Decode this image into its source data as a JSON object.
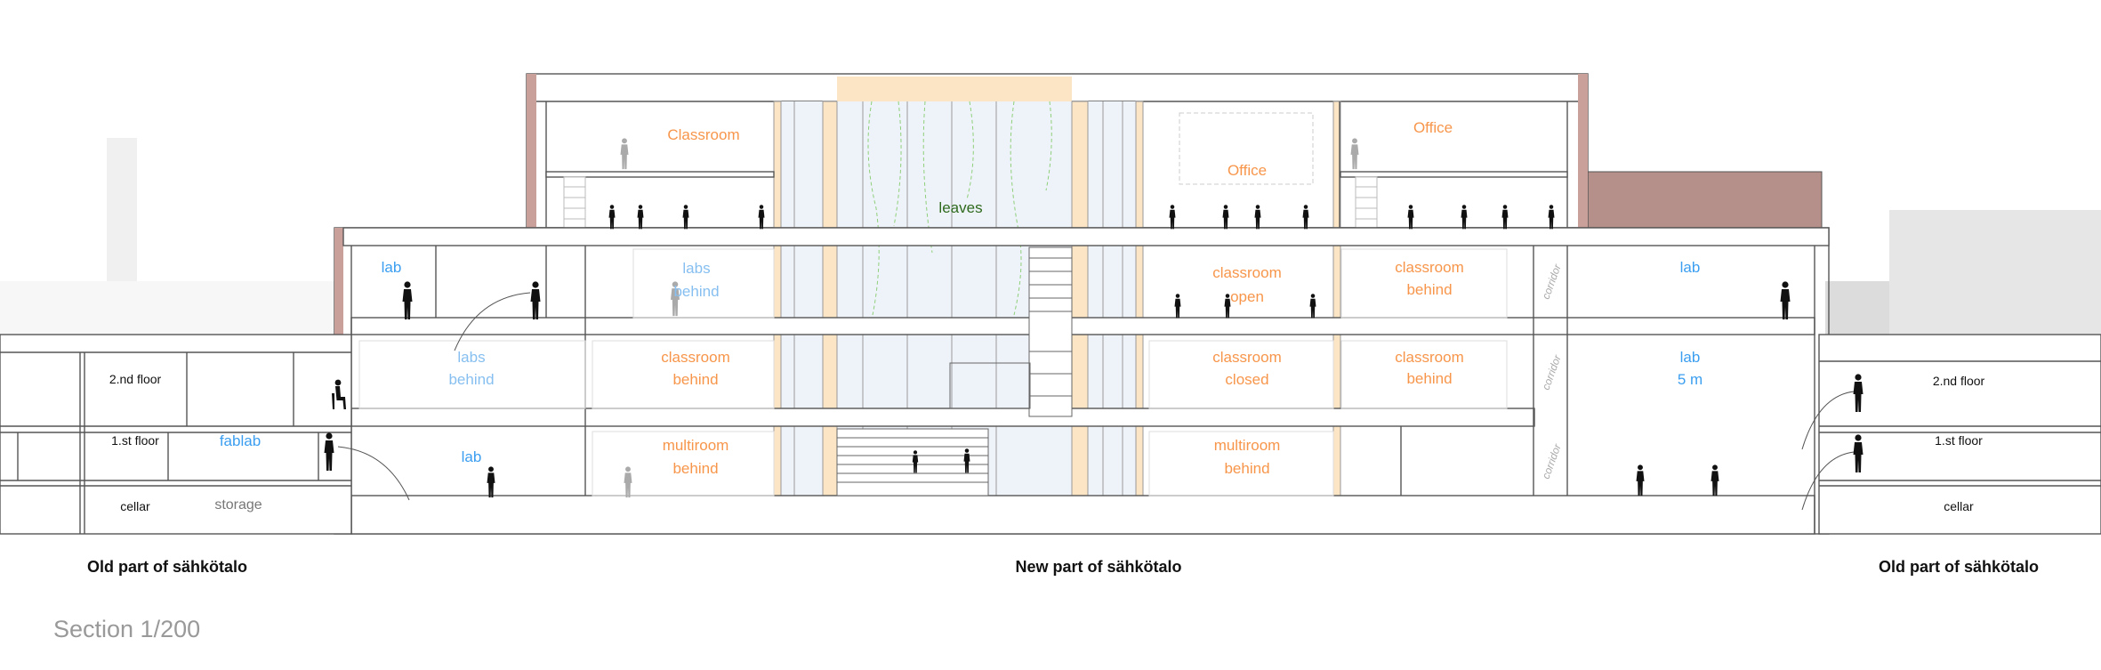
{
  "title": "Section 1/200",
  "parts": {
    "old_left": "Old part of sähkötalo",
    "new": "New part of sähkötalo",
    "old_right": "Old part of sähkötalo"
  },
  "old_building_left": {
    "floors": [
      "2.nd floor",
      "1.st floor",
      "cellar"
    ],
    "fablab": "fablab",
    "storage": "storage"
  },
  "old_building_right": {
    "floors": [
      "2.nd floor",
      "1.st floor",
      "cellar"
    ]
  },
  "top_floor": {
    "classroom": "Classroom",
    "leaves": "leaves",
    "office_center": "Office",
    "office_right": "Office"
  },
  "third_floor": {
    "lab_left": "lab",
    "labs_behind": [
      "labs",
      "behind"
    ],
    "classroom_open": [
      "classroom",
      "open"
    ],
    "classroom_behind": [
      "classroom",
      "behind"
    ],
    "corridor": "corridor",
    "lab_right": "lab"
  },
  "second_floor": {
    "labs_behind": [
      "labs",
      "behind"
    ],
    "classroom_behind_left": [
      "classroom",
      "behind"
    ],
    "classroom_closed": [
      "classroom",
      "closed"
    ],
    "classroom_behind_right": [
      "classroom",
      "behind"
    ],
    "corridor": "corridor",
    "lab_right": [
      "lab",
      "5 m"
    ]
  },
  "first_floor": {
    "lab": "lab",
    "multiroom_behind_left": [
      "multiroom",
      "behind"
    ],
    "multiroom_behind_right": [
      "multiroom",
      "behind"
    ],
    "corridor": "corridor"
  },
  "colors": {
    "orange_label": "#f7964b",
    "blue_label": "#3b9ef0",
    "light_blue_label": "#86bff0",
    "green_label": "#2f6a1d",
    "brick": "#c9a09a",
    "column": "#fbe5c4",
    "glass": "#eef3f9"
  }
}
